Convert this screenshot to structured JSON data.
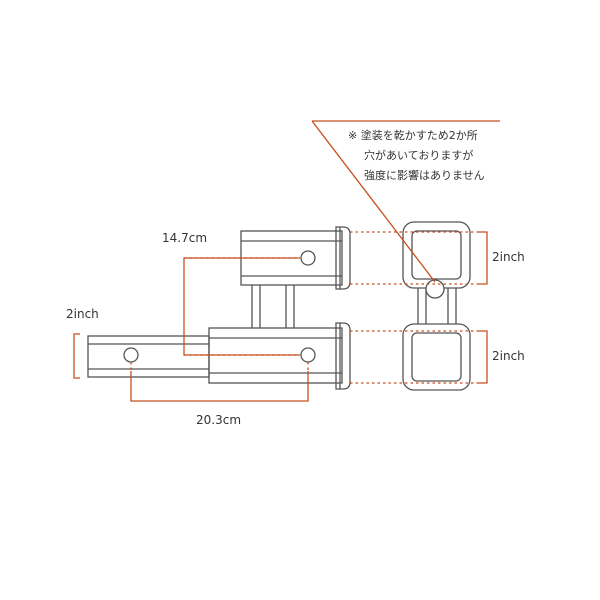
{
  "note": {
    "lines": [
      "※ 塗装を乾かすため2か所",
      "穴があいておりますが",
      "強度に影響はありません"
    ]
  },
  "dimensions": {
    "left_receiver_height": "2inch",
    "upper_receiver_height": "2inch",
    "lower_receiver_height": "2inch",
    "hole_spacing_upper": "14.7cm",
    "hole_spacing_lower": "20.3cm"
  },
  "colors": {
    "outline": "#555555",
    "dimension": "#c8501e",
    "text": "#333333"
  }
}
